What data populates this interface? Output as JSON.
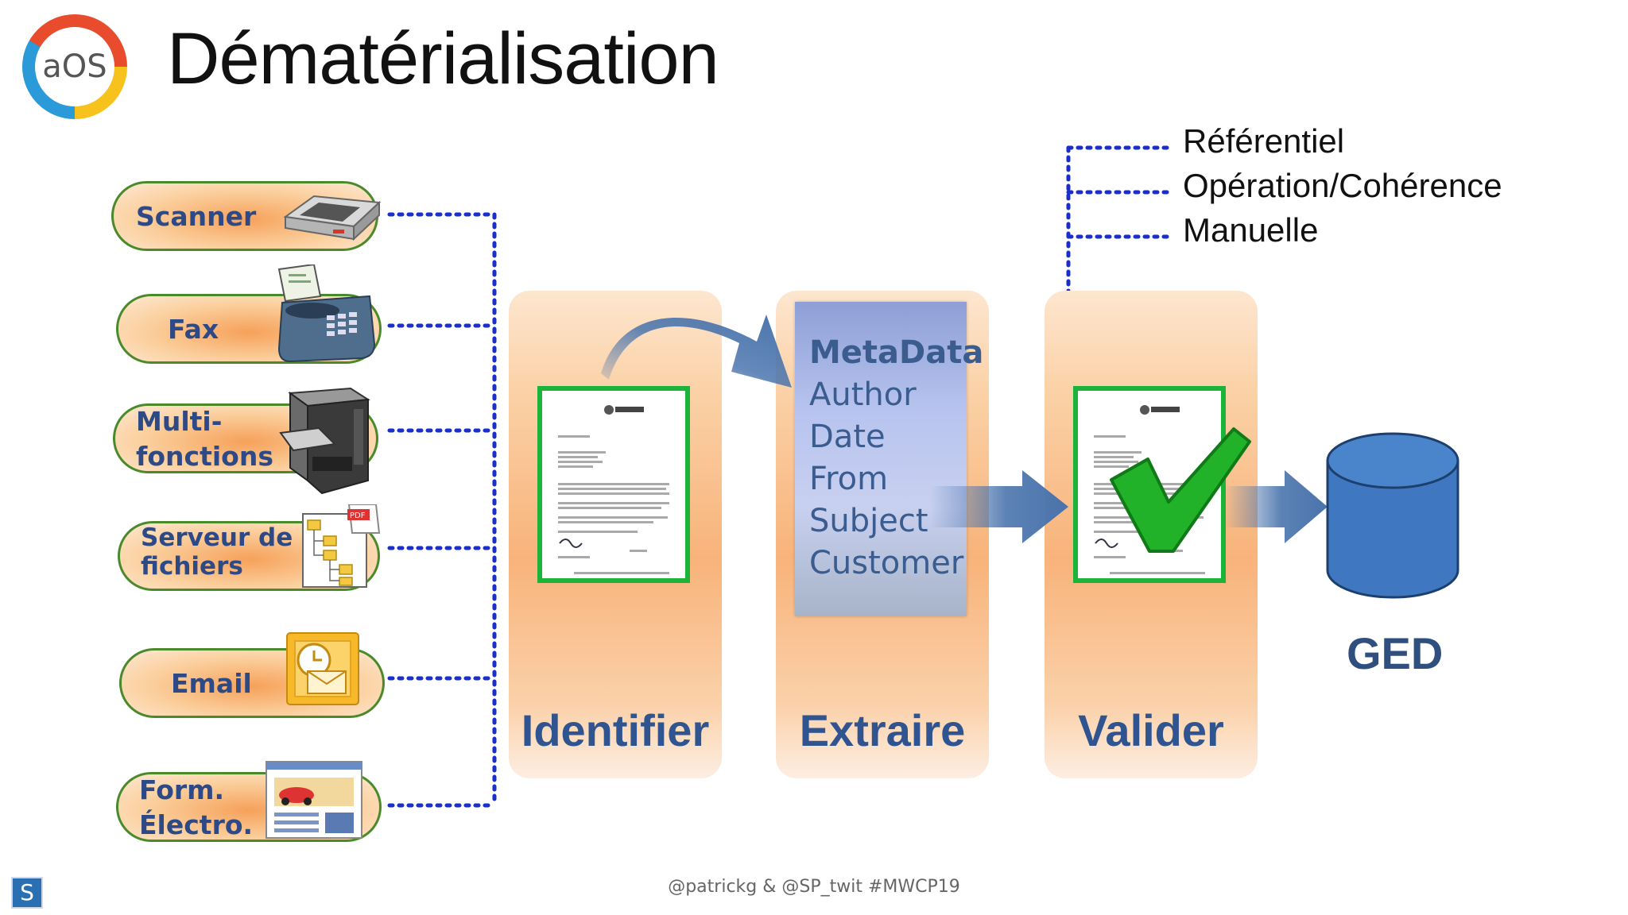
{
  "title": "Dématérialisation",
  "logo": {
    "text": "aOS"
  },
  "sources": [
    {
      "label": "Scanner",
      "icon": "scanner-icon"
    },
    {
      "label": "Fax",
      "icon": "fax-icon"
    },
    {
      "label": "Multi-\nfonctions",
      "icon": "multifunction-printer-icon"
    },
    {
      "label": "Serveur de\nfichiers",
      "icon": "file-tree-icon"
    },
    {
      "label": "Email",
      "icon": "email-icon"
    },
    {
      "label": "Form.\nÉlectro.",
      "icon": "web-form-icon"
    }
  ],
  "stages": [
    {
      "label": "Identifier"
    },
    {
      "label": "Extraire"
    },
    {
      "label": "Valider"
    }
  ],
  "metadata": {
    "heading": "MetaData",
    "fields": [
      "Author",
      "Date",
      "From",
      "Subject",
      "Customer"
    ]
  },
  "validation": {
    "items": [
      "Référentiel",
      "Opération/Cohérence",
      "Manuelle"
    ]
  },
  "ged": {
    "label": "GED"
  },
  "footer": {
    "text": "@patrickg & @SP_twit   #MWCP19"
  },
  "footer_icon": {
    "text": "S"
  },
  "colors": {
    "stage_text": "#2f5490",
    "pill_border": "#4a8a2a",
    "dotted_lines": "#1a2fc9",
    "arrow": "#4a74ad",
    "check": "#22b22a",
    "ged": "#3f78c0"
  }
}
